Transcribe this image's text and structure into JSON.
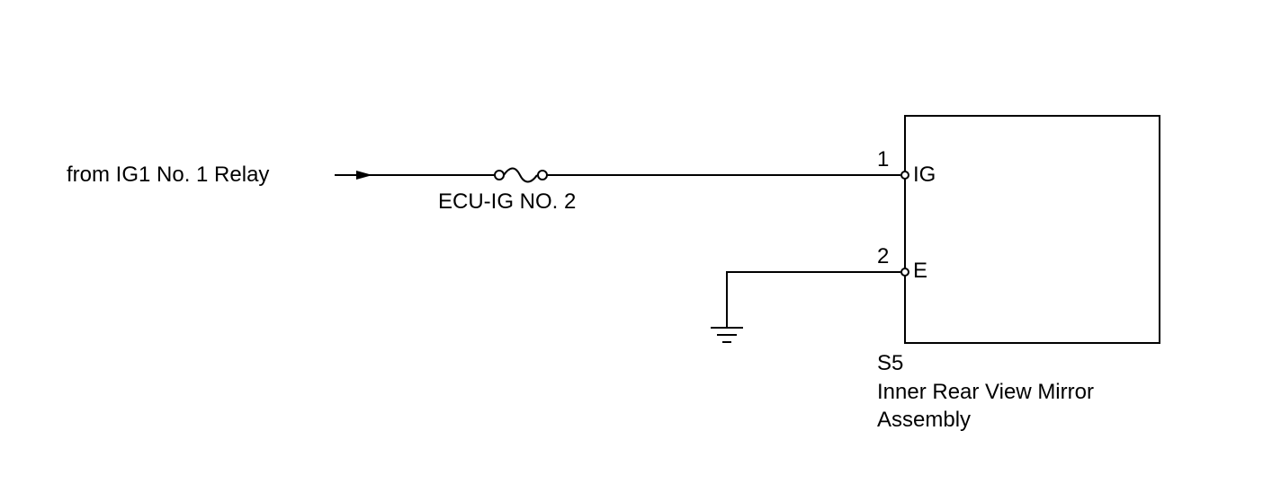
{
  "source": {
    "label": "from IG1 No. 1 Relay"
  },
  "fuse": {
    "label": "ECU-IG NO. 2"
  },
  "component": {
    "code": "S5",
    "name": "Inner Rear View Mirror\nAssembly",
    "pins": [
      {
        "number": "1",
        "name": "IG"
      },
      {
        "number": "2",
        "name": "E"
      }
    ]
  },
  "colors": {
    "line": "#000000",
    "background": "#ffffff"
  },
  "icons": {
    "fuse": "fuse-symbol",
    "ground": "ground-symbol",
    "arrow": "input-arrow"
  }
}
